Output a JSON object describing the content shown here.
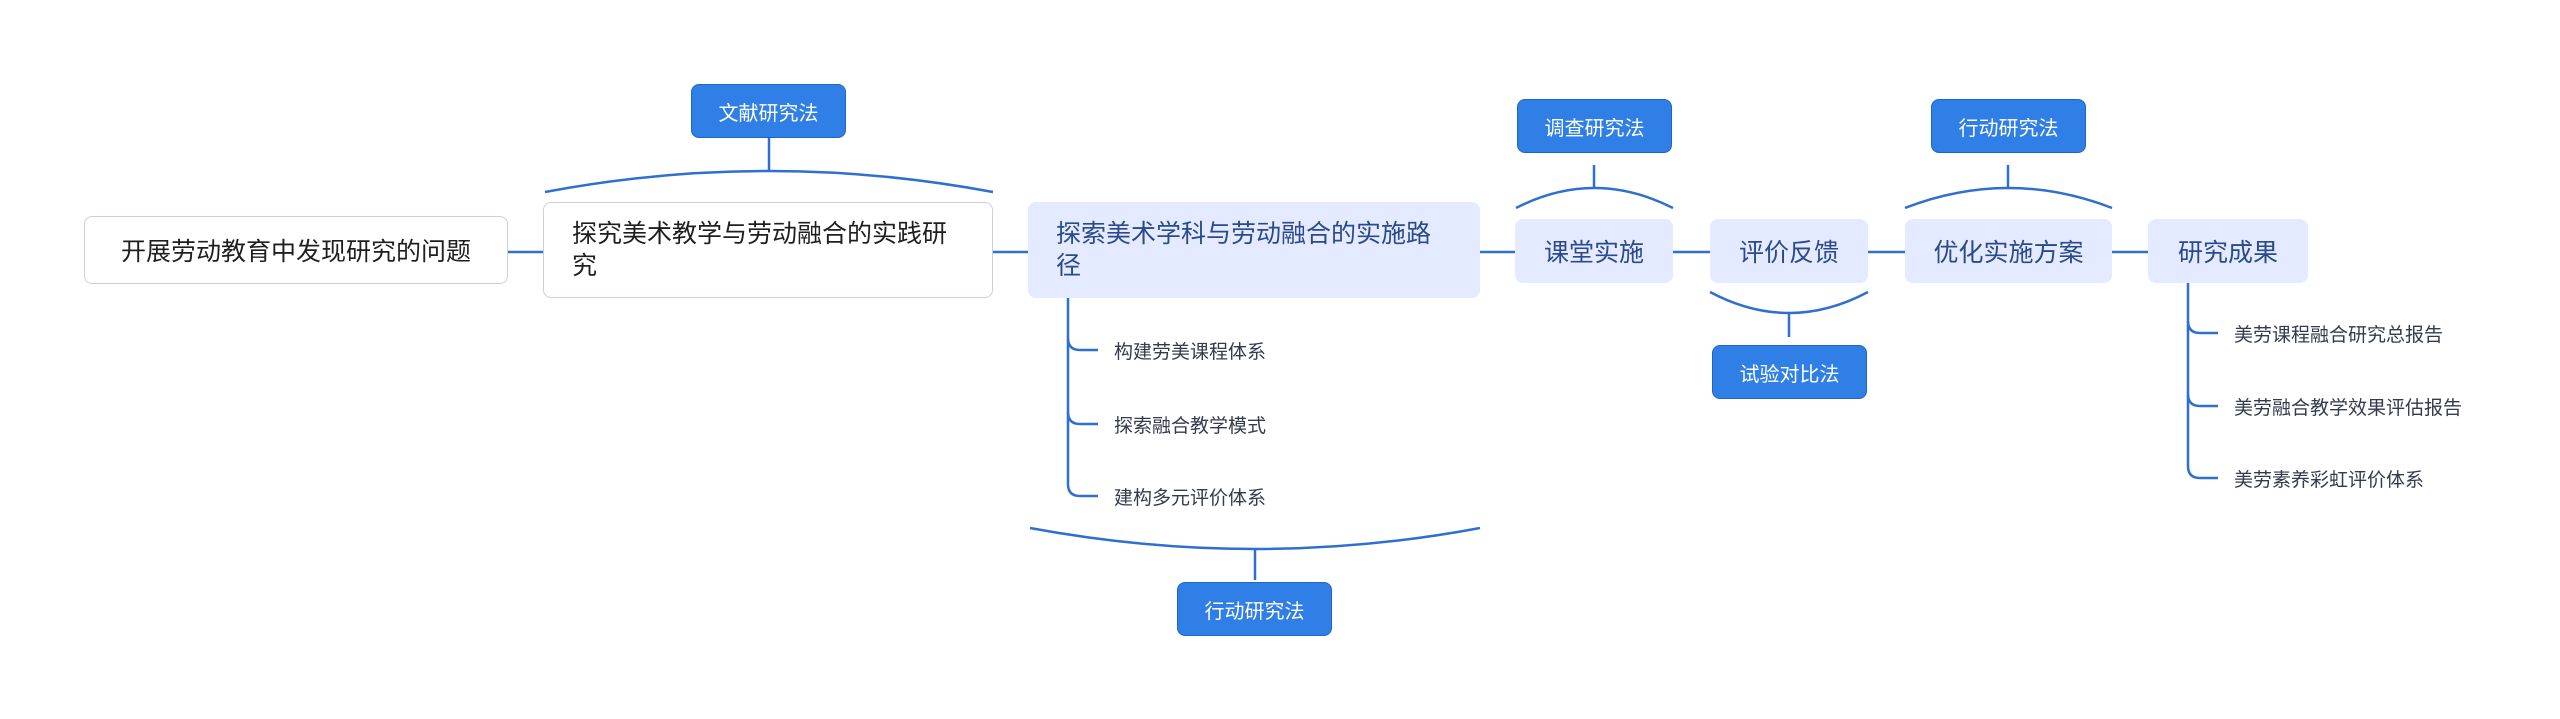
{
  "colors": {
    "line": "#2f6fd0",
    "accent": "#2f7fe6",
    "light_node": "#e4eaff"
  },
  "nodes": {
    "n1": "开展劳动教育中发现研究的问题",
    "n2": "探究美术教学与劳动融合的实践研究",
    "n3": "探索美术学科与劳动融合的实施路径",
    "n4": "课堂实施",
    "n5": "评价反馈",
    "n6": "优化实施方案",
    "n7": "研究成果"
  },
  "methods": {
    "literature": "文献研究法",
    "survey": "调查研究法",
    "action_top": "行动研究法",
    "experiment": "试验对比法",
    "action_bottom": "行动研究法"
  },
  "path_children": [
    "构建劳美课程体系",
    "探索融合教学模式",
    "建构多元评价体系"
  ],
  "result_children": [
    "美劳课程融合研究总报告",
    "美劳融合教学效果评估报告",
    "美劳素养彩虹评价体系"
  ]
}
